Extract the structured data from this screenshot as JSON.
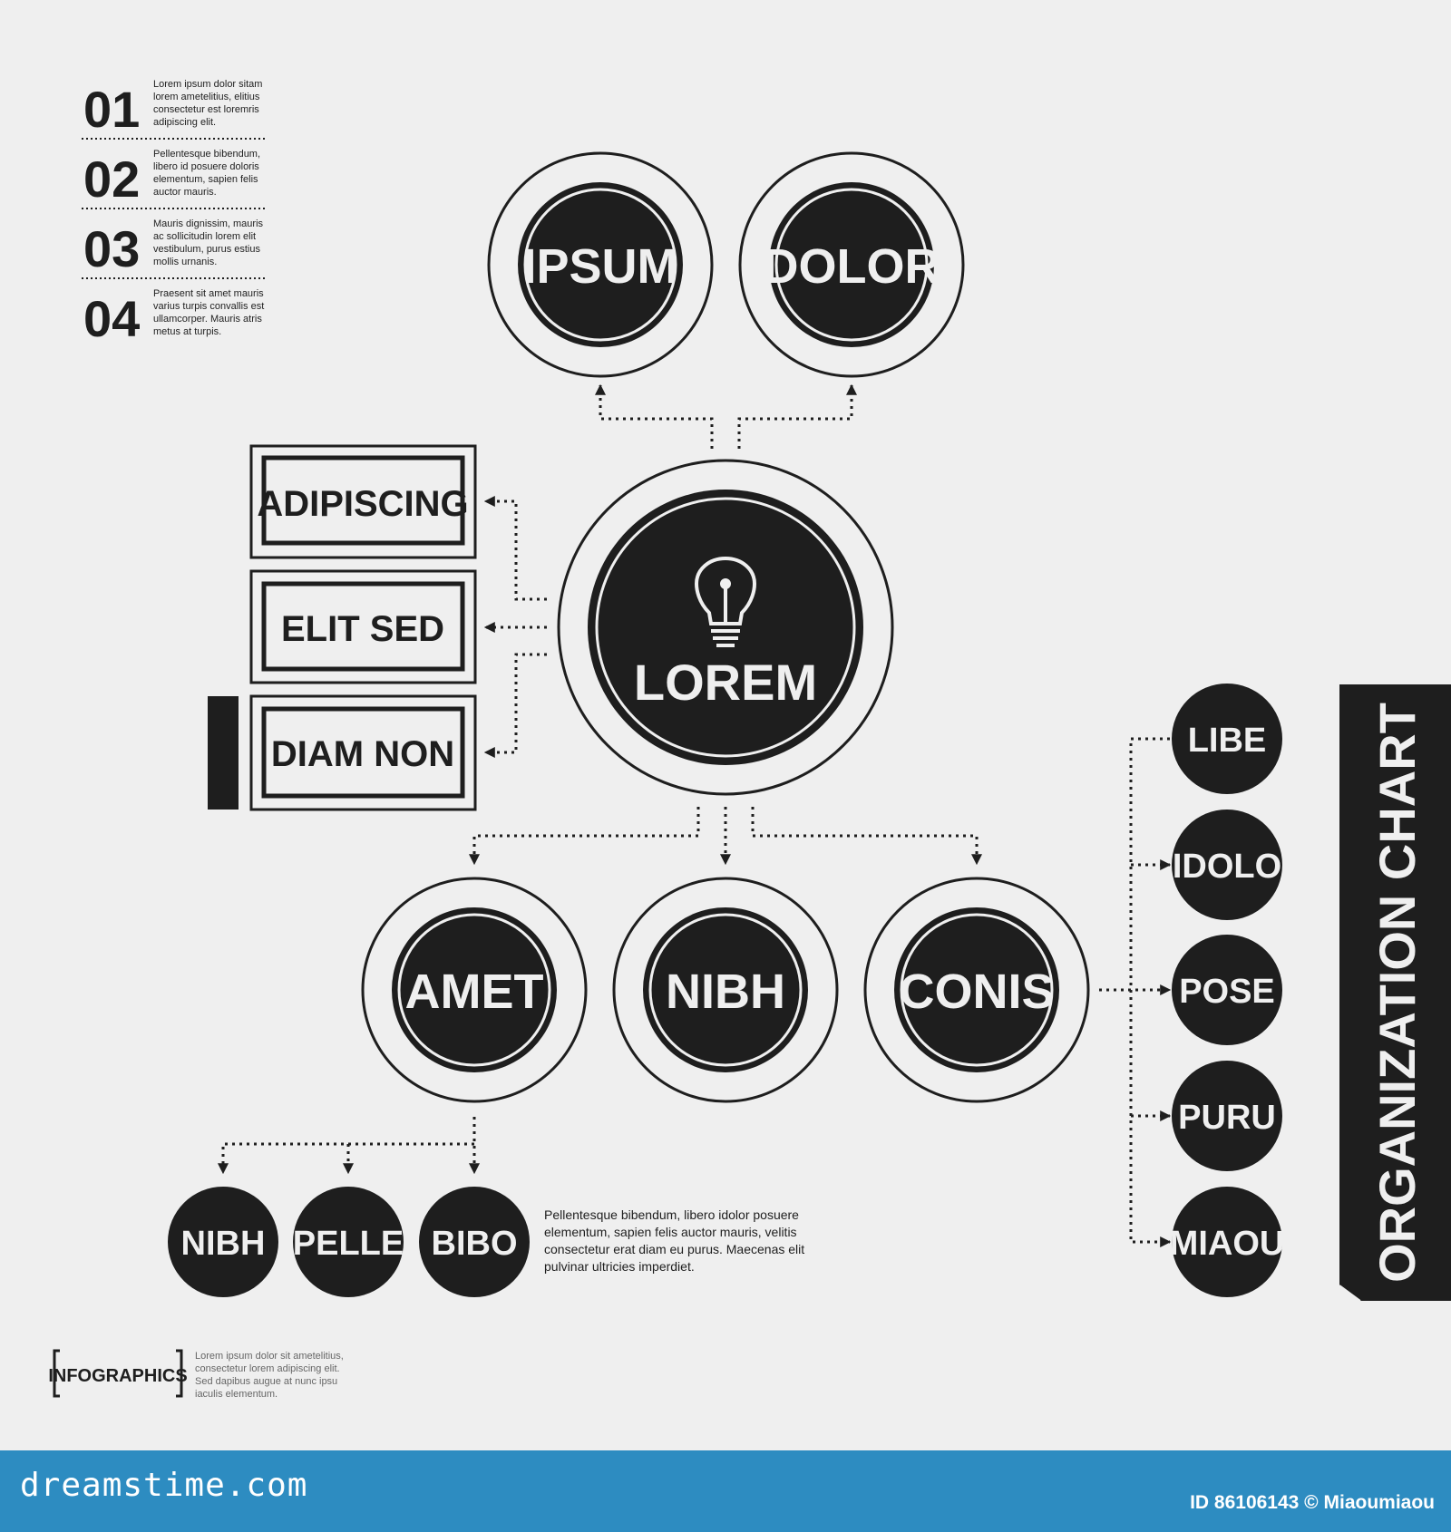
{
  "numbered_list": [
    {
      "num": "01",
      "text": [
        "Lorem ipsum dolor sitam",
        "lorem ametelitius, elitius",
        "consectetur est loremris",
        "adipiscing elit."
      ]
    },
    {
      "num": "02",
      "text": [
        "Pellentesque bibendum,",
        "libero id posuere doloris",
        "elementum, sapien felis",
        "auctor mauris."
      ]
    },
    {
      "num": "03",
      "text": [
        "Mauris dignissim, mauris",
        "ac sollicitudin lorem elit",
        "vestibulum, purus estius",
        "mollis urnanis."
      ]
    },
    {
      "num": "04",
      "text": [
        "Praesent sit amet mauris",
        "varius turpis convallis est",
        "ullamcorper. Mauris atris",
        "metus at turpis."
      ]
    }
  ],
  "top_nodes": [
    "IPSUM",
    "DOLOR"
  ],
  "center_node": {
    "label": "LOREM",
    "icon": "lightbulb-icon"
  },
  "side_boxes": [
    "ADIPISCING",
    "ELIT SED",
    "DIAM NON"
  ],
  "middle_nodes": [
    "AMET",
    "NIBH",
    "CONIS"
  ],
  "bottom_nodes": [
    "NIBH",
    "PELLE",
    "BIBO"
  ],
  "bottom_paragraph": [
    "Pellentesque bibendum, libero idolor posuere",
    "elementum, sapien felis auctor mauris, velitis",
    "consectetur erat diam eu purus. Maecenas elit",
    "pulvinar ultricies imperdiet."
  ],
  "right_nodes": [
    "LIBE",
    "IDOLO",
    "POSE",
    "PURU",
    "MIAOU"
  ],
  "banner_title": "ORGANIZATION CHART",
  "infographics_label": "INFOGRAPHICS",
  "infographics_text": [
    "Lorem ipsum dolor sit ametelitius,",
    "consectetur lorem adipiscing elit.",
    "Sed dapibus augue at nunc ipsu",
    "iaculis elementum."
  ],
  "footer": {
    "logo": "dreamstime.com",
    "id_text": "ID 86106143 © Miaoumiaou"
  },
  "colors": {
    "background": "#efefef",
    "dark": "#1e1e1e",
    "footer": "#2d8cc1"
  }
}
